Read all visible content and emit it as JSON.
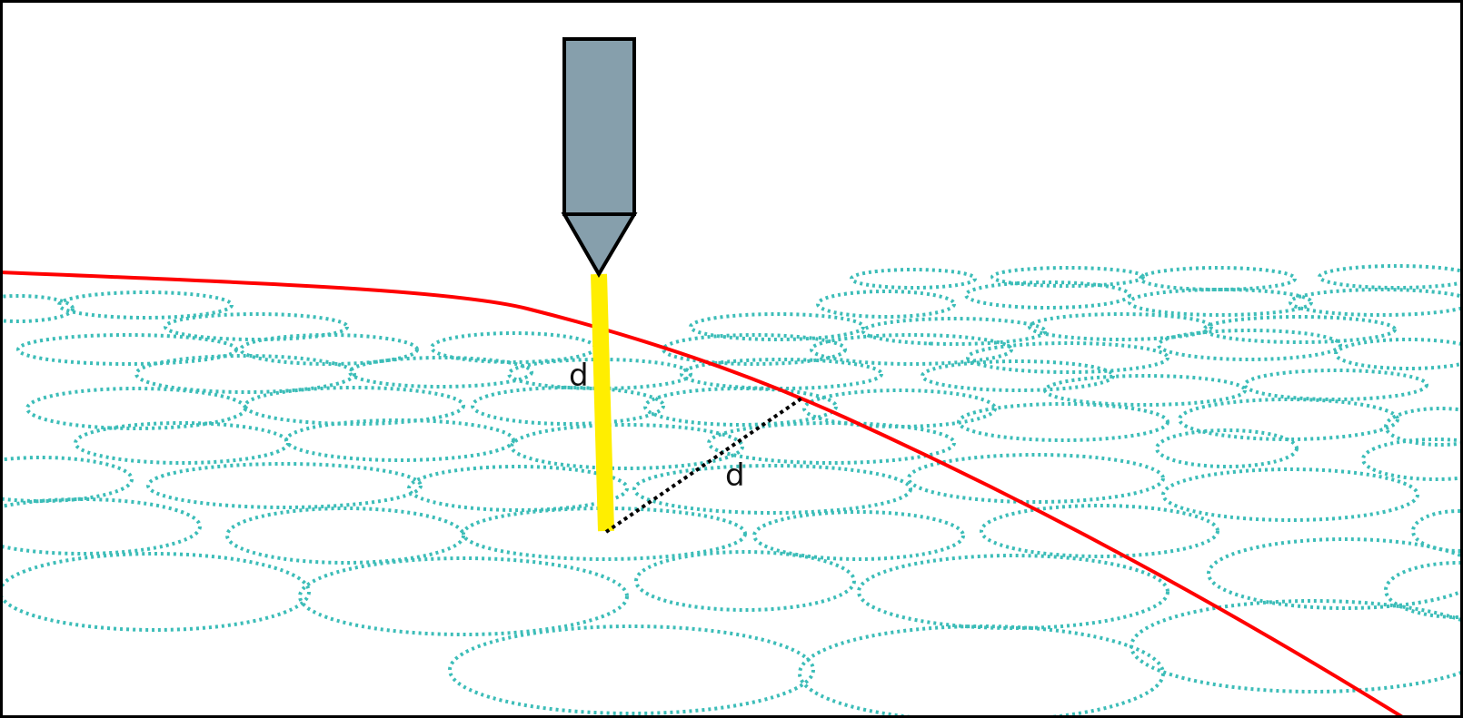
{
  "distance_label_probe": "d",
  "distance_label_surface": "d",
  "colors": {
    "frame": "#000000",
    "cells": "#3cbdb8",
    "surface_curve": "#ff0000",
    "probe_body": "#869fac",
    "probe_outline": "#000000",
    "insertion_track": "#ffee00",
    "distance_line": "#000000"
  },
  "elements": {
    "probe": "electrode-probe",
    "track": "insertion-track",
    "surface": "tissue-surface-curve",
    "cells": "dotted-cell-ellipses",
    "distance": "dotted-distance-line"
  }
}
